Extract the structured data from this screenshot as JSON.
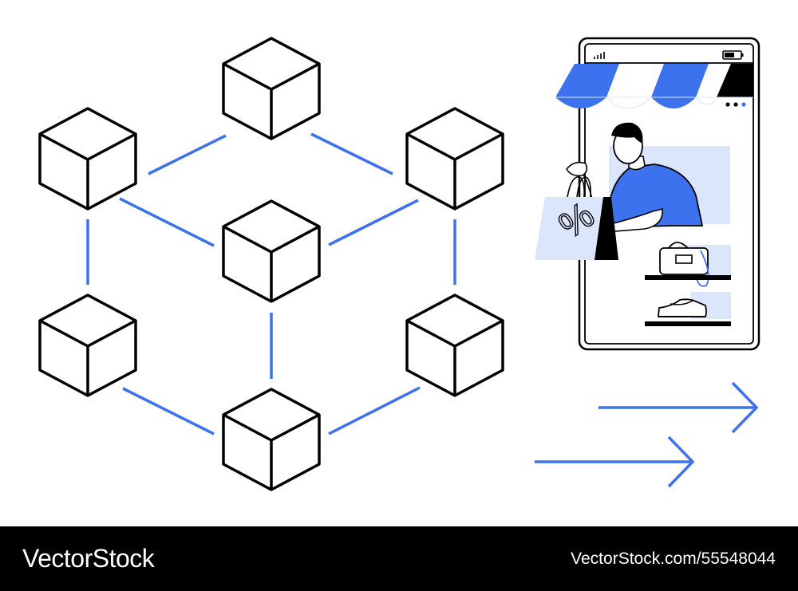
{
  "watermark": {
    "brand": "VectorStock",
    "credit": "VectorStock.com/55548044"
  },
  "colors": {
    "accent": "#3d72ee",
    "accent_light": "#dbe6fb",
    "ink": "#000000",
    "paper": "#ffffff"
  },
  "illustration": {
    "network": {
      "node_count": 7,
      "icon": "cube-icon"
    },
    "store": {
      "icons": [
        "signal-icon",
        "battery-icon",
        "awning-icon",
        "sale-bag-icon",
        "handbag-icon",
        "sneaker-icon"
      ],
      "bag_label": "%"
    },
    "arrows": {
      "count": 2,
      "icon": "arrow-right-icon"
    }
  }
}
